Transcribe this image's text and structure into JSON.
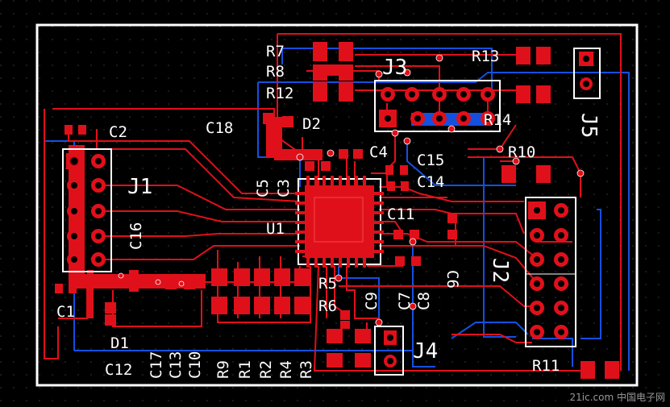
{
  "board": {
    "background": "#000000",
    "top_copper": "#e0101a",
    "bottom_copper": "#1450e0",
    "silkscreen": "#ffffff"
  },
  "labels": {
    "R7": "R7",
    "R8": "R8",
    "R12": "R12",
    "R13": "R13",
    "R14": "R14",
    "R10": "R10",
    "R11": "R11",
    "R5": "R5",
    "R6": "R6",
    "R9": "R9",
    "R1": "R1",
    "R2": "R2",
    "R4": "R4",
    "R3": "R3",
    "J1": "J1",
    "J2": "J2",
    "J3": "J3",
    "J4": "J4",
    "J5": "J5",
    "C1": "C1",
    "C2": "C2",
    "C3": "C3",
    "C4": "C4",
    "C5": "C5",
    "C6": "C6",
    "C7": "C7",
    "C8": "C8",
    "C9": "C9",
    "C10": "C10",
    "C11": "C11",
    "C12": "C12",
    "C13": "C13",
    "C14": "C14",
    "C15": "C15",
    "C16": "C16",
    "C17": "C17",
    "C18": "C18",
    "D1": "D1",
    "D2": "D2",
    "U1": "U1"
  },
  "watermark": "21ic.com 中国电子网"
}
